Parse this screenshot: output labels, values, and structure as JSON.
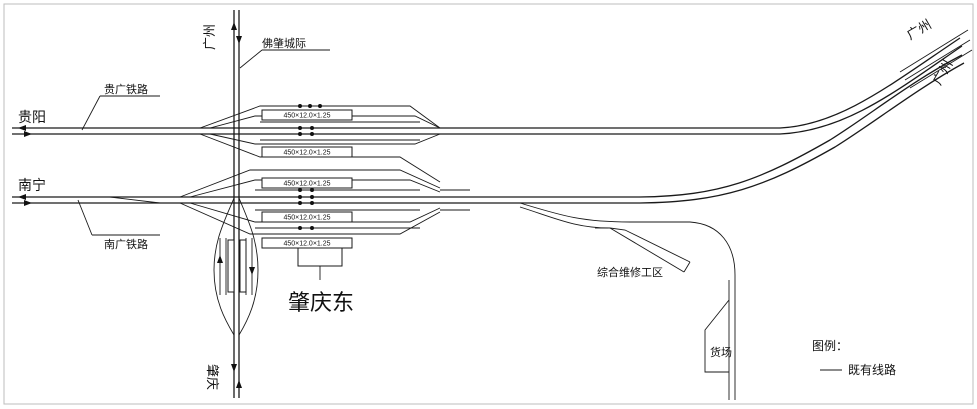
{
  "labels": {
    "guangzhou_north": "广州",
    "foshan_intercity": "佛肇城际",
    "guiyang": "贵阳",
    "guiguang_railway": "贵广铁路",
    "nanning": "南宁",
    "nanguang_railway": "南广铁路",
    "station_name": "肇庆东",
    "zhaoqing": "肇庆",
    "guangzhou_east_upper": "广州",
    "guangzhou_east_lower": "广州",
    "maintenance_area": "综合维修工区",
    "freight_yard": "货场"
  },
  "platforms": [
    "450×12.0×1.25",
    "450×12.0×1.25",
    "450×12.0×1.25",
    "450×12.0×1.25",
    "450×12.0×1.25"
  ],
  "legend": {
    "title": "图例：",
    "existing_line": "既有线路"
  }
}
